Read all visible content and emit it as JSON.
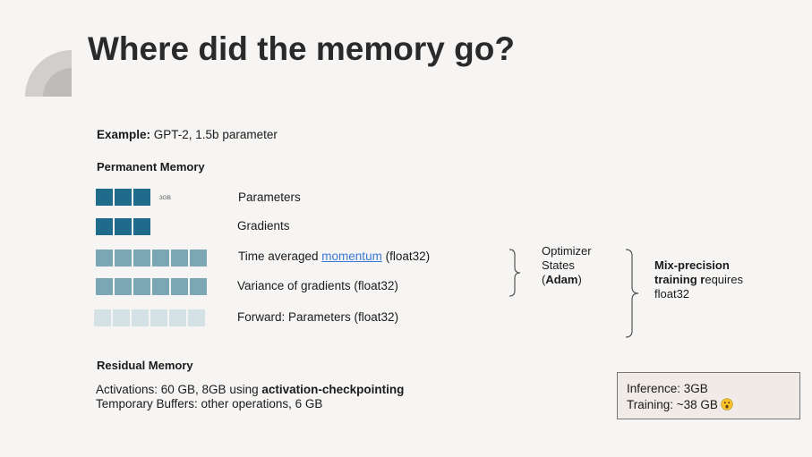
{
  "slide": {
    "title": "Where did the memory go?"
  },
  "example": {
    "label": "Example:",
    "text": " GPT-2, 1.5b parameter"
  },
  "permanent_memory": {
    "heading": "Permanent Memory",
    "size_note": "3GB",
    "rows": [
      {
        "label": "Parameters",
        "cells": 3,
        "shade": "dark"
      },
      {
        "label": "Gradients",
        "cells": 3,
        "shade": "dark"
      },
      {
        "label_prefix": "Time averaged ",
        "link": "momentum",
        "label_suffix": " (float32)",
        "cells": 6,
        "shade": "mid"
      },
      {
        "label": "Variance of gradients (float32)",
        "cells": 6,
        "shade": "mid"
      },
      {
        "label": "Forward: Parameters (float32)",
        "cells": 6,
        "shade": "light"
      }
    ]
  },
  "optimizer": {
    "line1": "Optimizer",
    "line2": "States",
    "paren_open": "(",
    "adam": "Adam",
    "paren_close": ")"
  },
  "mixprecision": {
    "bold1": "Mix-precision",
    "bold2": "training r",
    "rest2": "equires",
    "line3": "float32"
  },
  "residual_memory": {
    "heading": "Residual Memory",
    "activations_prefix": "Activations: 60 GB, 8GB using ",
    "activations_bold": "activation-checkpointing",
    "buffers": "Temporary Buffers: other operations, 6 GB"
  },
  "summary_box": {
    "inference": "Inference: 3GB",
    "training": "Training: ~38 GB",
    "emoji_icon": "astonished-face-icon"
  },
  "colors": {
    "dark": "#1f6b8c",
    "mid": "#7ba7b4",
    "light": "#d4e1e5",
    "link": "#3c78d8",
    "background": "#f6f5f4"
  }
}
